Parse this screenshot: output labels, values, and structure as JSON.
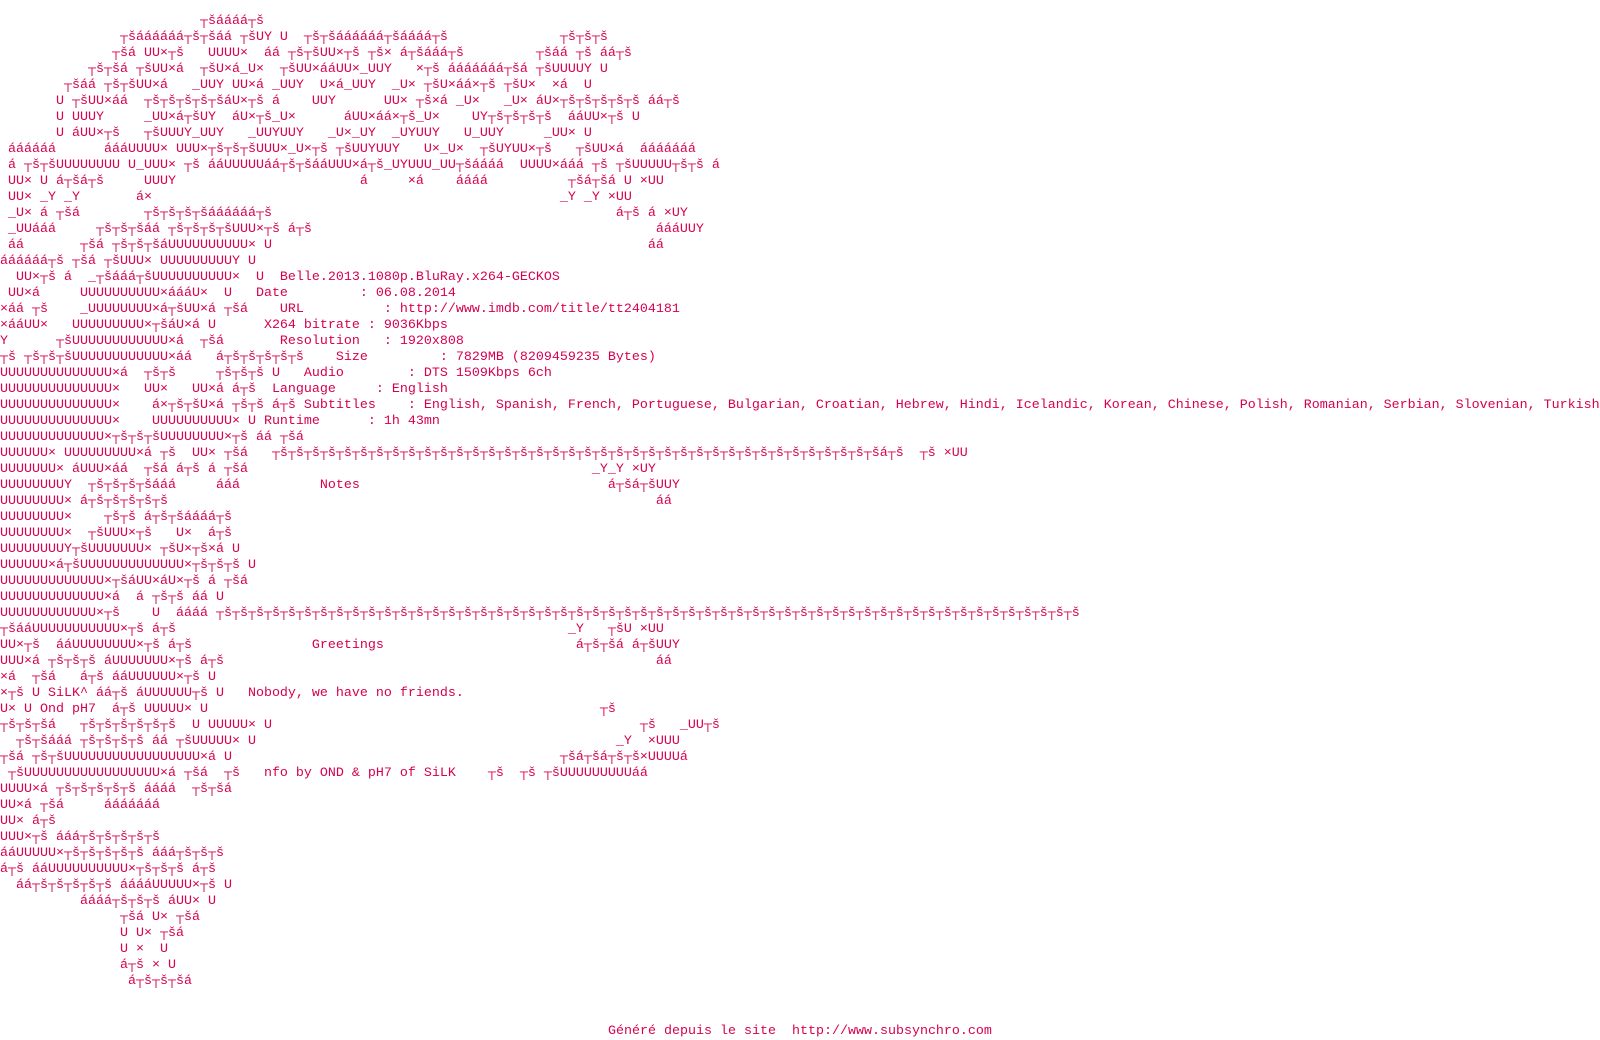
{
  "nfo": {
    "lines": [
      "                         ┬šáááá┬š",
      "               ┬šáááááá┬š┬šáá ┬šUY U  ┬š┬šáááááá┬šáááá┬š              ┬š┬š┬š",
      "              ┬šá UU×┬š   UUUU×  áá ┬š┬šUU×┬š ┬š× á┬šááá┬š         ┬šáá ┬š áá┬š",
      "           ┬š┬šá ┬šUU×á  ┬šU×á_U×  ┬šUU×ááUU×_UUY   ×┬š ááááááá┬šá ┬šUUUUY U",
      "        ┬šáá ┬š┬šUU×á   _UUY UU×á _UUY  U×á_UUY  _U× ┬šU×áá×┬š ┬šU×  ×á  U",
      "       U ┬šUU×áá  ┬š┬š┬š┬š┬šáU×┬š á    UUY      UU× ┬š×á _U×   _U× áU×┬š┬š┬š┬š┬š áá┬š",
      "       U UUUY     _UU×á┬šUY  áU×┬š_U×      áUU×áá×┬š_U×    UY┬š┬š┬š┬š  ááUU×┬š U",
      "       U áUU×┬š   ┬šUUUY_UUY   _UUYUUY   _U×_UY  _UYUUY   U_UUY     _UU× U",
      " áááááá      áááUUUU× UUU×┬š┬š┬šUUU×_U×┬š ┬šUUYUUY   U×_U×  ┬šUYUU×┬š   ┬šUU×á  ááááááá",
      " á ┬š┬šUUUUUUUU U_UUU× ┬š ááUUUUUáá┬š┬šááUUU×á┬š_UYUUU_UU┬šáááá  UUUU×ááá ┬š ┬šUUUUU┬š┬š á",
      " UU× U á┬šá┬š     UUUY                       á     ×á    áááá          ┬šá┬šá U ×UU",
      " UU× _Y _Y       á×                                                   _Y _Y ×UU",
      " _U× á ┬šá        ┬š┬š┬š┬šáááááá┬š                                           á┬š á ×UY",
      " _UUááá     ┬š┬š┬šáá ┬š┬š┬š┬šUUU×┬š á┬š                                           áááUUY",
      " áá       ┬šá ┬š┬š┬šáUUUUUUUUUU× U                                               áá",
      "áááááá┬š ┬šá ┬šUUU× UUUUUUUUUY U",
      "  UU×┬š á  _┬šááá┬šUUUUUUUUUU×  U  Belle.2013.1080p.BluRay.x264-GECKOS",
      " UU×á     UUUUUUUUUU×áááU×  U   Date         : 06.08.2014",
      "×áá ┬š    _UUUUUUUU×á┬šUU×á ┬šá    URL          : http://www.imdb.com/title/tt2404181",
      "×ááUU×   UUUUUUUUU×┬šáU×á U      X264 bitrate : 9036Kbps",
      "Y      ┬šUUUUUUUUUUUU×á  ┬šá       Resolution   : 1920x808",
      "┬š ┬š┬š┬šUUUUUUUUUUUU×áá   á┬š┬š┬š┬š┬š    Size         : 7829MB (8209459235 Bytes)",
      "UUUUUUUUUUUUUU×á  ┬š┬š     ┬š┬š┬š U   Audio        : DTS 1509Kbps 6ch",
      "UUUUUUUUUUUUUU×   UU×   UU×á á┬š  Language     : English",
      "UUUUUUUUUUUUUU×    á×┬š┬šU×á ┬š┬š á┬š Subtitles    : English, Spanish, French, Portuguese, Bulgarian, Croatian, Hebrew, Hindi, Icelandic, Korean, Chinese, Polish, Romanian, Serbian, Slovenian, Turkish.",
      "UUUUUUUUUUUUUU×    UUUUUUUUUU× U Runtime      : 1h 43mn",
      "UUUUUUUUUUUUU×┬š┬š┬šUUUUUUUU×┬š áá ┬šá",
      "UUUUUU× UUUUUUUUU×á ┬š  UU× ┬šá   ┬š┬š┬š┬š┬š┬š┬š┬š┬š┬š┬š┬š┬š┬š┬š┬š┬š┬š┬š┬š┬š┬š┬š┬š┬š┬š┬š┬š┬š┬š┬š┬š┬š┬š┬š┬š┬š┬šá┬š  ┬š ×UU",
      "UUUUUUU× áUUU×áá  ┬šá á┬š á ┬šá                                           _Y_Y ×UY",
      "UUUUUUUUY  ┬š┬š┬š┬šááá     ááá          Notes                               á┬šá┬šUUY",
      "UUUUUUUU× á┬š┬š┬š┬š┬š                                                             áá",
      "UUUUUUUU×    ┬š┬š á┬š┬šáááá┬š",
      "UUUUUUUU×  ┬šUUU×┬š   U×  á┬š",
      "UUUUUUUUY┬šUUUUUUU× ┬šU×┬š×á U",
      "UUUUUU×á┬šUUUUUUUUUUUUU×┬š┬š┬š U",
      "UUUUUUUUUUUUU×┬šáUU×áU×┬š á ┬šá",
      "UUUUUUUUUUUUU×á  á ┬š┬š áá U",
      "UUUUUUUUUUUU×┬š    U  áááá ┬š┬š┬š┬š┬š┬š┬š┬š┬š┬š┬š┬š┬š┬š┬š┬š┬š┬š┬š┬š┬š┬š┬š┬š┬š┬š┬š┬š┬š┬š┬š┬š┬š┬š┬š┬š┬š┬š┬š┬š┬š┬š┬š┬š┬š┬š┬š┬š┬š┬š┬š┬š┬š┬š",
      "┬šááUUUUUUUUUUU×┬š á┬š                                                 _Y   ┬šU ×UU",
      "UU×┬š  ááUUUUUUUU×┬š á┬š               Greetings                        á┬š┬šá á┬šUUY",
      "UUU×á ┬š┬š┬š áUUUUUUU×┬š á┬š                                                      áá",
      "×á  ┬šá   á┬š ááUUUUUU×┬š U",
      "×┬š U SiLK^ áá┬š áUUUUUU┬š U   Nobody, we have no friends.",
      "U× U Ond pH7  á┬š UUUUU× U                                                 ┬š",
      "┬š┬š┬šá   ┬š┬š┬š┬š┬š┬š  U UUUUU× U                                              ┬š   _UU┬š",
      "  ┬š┬šááá ┬š┬š┬š┬š áá ┬šUUUUU× U                                             _Y  ×UUU",
      "┬šá ┬š┬šUUUUUUUUUUUUUUUUU×á U                                         ┬šá┬šá┬š┬š×UUUUá",
      " ┬šUUUUUUUUUUUUUUUUU×á ┬šá  ┬š   nfo by OND & pH7 of SiLK    ┬š  ┬š ┬šUUUUUUUUUáá",
      "UUUU×á ┬š┬š┬š┬š┬š áááá  ┬š┬šá",
      "UU×á ┬šá     ááááááá",
      "UU× á┬š",
      "UUU×┬š ááá┬š┬š┬š┬š┬š",
      "ááUUUUU×┬š┬š┬š┬š┬š ááá┬š┬š┬š",
      "á┬š ááUUUUUUUUUU×┬š┬š┬š á┬š",
      "  áá┬š┬š┬š┬š┬š ááááUUUUU×┬š U",
      "          áááá┬š┬š┬š áUU× U",
      "               ┬šá U× ┬šá",
      "               U U× ┬šá",
      "               U ×  U",
      "               á┬š × U",
      "                á┬š┬š┬šá"
    ]
  },
  "footer": {
    "label": "Généré depuis le site  ",
    "link": "http://www.subsynchro.com"
  },
  "colors": {
    "text": "#d8004f",
    "background": "#ffffff"
  }
}
